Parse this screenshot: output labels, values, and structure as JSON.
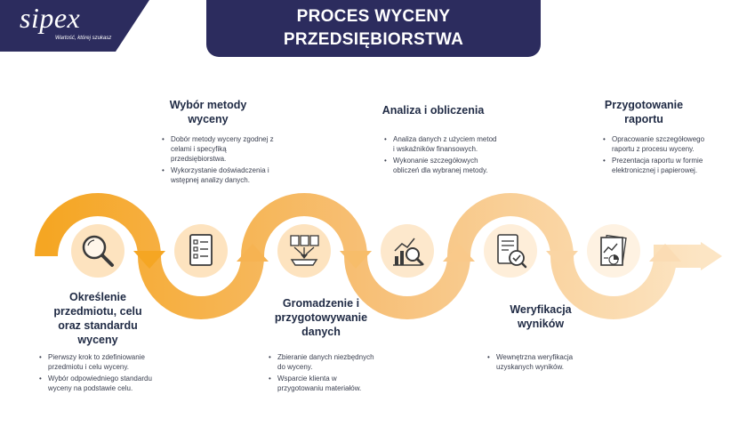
{
  "brand": {
    "name": "sipex",
    "tagline": "Wartość, której szukasz",
    "navy": "#2c2c5e",
    "orange": "#f5a623"
  },
  "title": {
    "line1": "PROCES WYCENY",
    "line2": "PRZEDSIĘBIORSTWA"
  },
  "steps": [
    {
      "heading_lines": [
        "Określenie",
        "przedmiotu, celu",
        "oraz standardu",
        "wyceny"
      ],
      "bullets": [
        "Pierwszy krok to zdefiniowanie przedmiotu i celu wyceny.",
        "Wybór odpowiedniego standardu wyceny na podstawie celu."
      ],
      "icon": "magnifier-icon"
    },
    {
      "heading_lines": [
        "Wybór metody",
        "wyceny"
      ],
      "bullets": [
        "Dobór metody wyceny zgodnej z celami i specyfiką przedsiębiorstwa.",
        "Wykorzystanie doświadczenia i wstępnej analizy danych."
      ],
      "icon": "checklist-icon"
    },
    {
      "heading_lines": [
        "Gromadzenie i",
        "przygotowywanie",
        "danych"
      ],
      "bullets": [
        "Zbieranie danych niezbędnych do wyceny.",
        "Wsparcie klienta w przygotowaniu materiałów."
      ],
      "icon": "data-collection-icon"
    },
    {
      "heading_lines": [
        "Analiza i obliczenia"
      ],
      "bullets": [
        "Analiza danych z użyciem metod i wskaźników finansowych.",
        "Wykonanie szczegółowych obliczeń dla wybranej metody."
      ],
      "icon": "chart-analysis-icon"
    },
    {
      "heading_lines": [
        "Weryfikacja",
        "wyników"
      ],
      "bullets": [
        "Wewnętrzna weryfikacja uzyskanych wyników."
      ],
      "icon": "document-verify-icon"
    },
    {
      "heading_lines": [
        "Przygotowanie",
        "raportu"
      ],
      "bullets": [
        "Opracowanie szczegółowego raportu z procesu wyceny.",
        "Prezentacja raportu w formie elektronicznej i papierowej."
      ],
      "icon": "report-icon"
    }
  ]
}
